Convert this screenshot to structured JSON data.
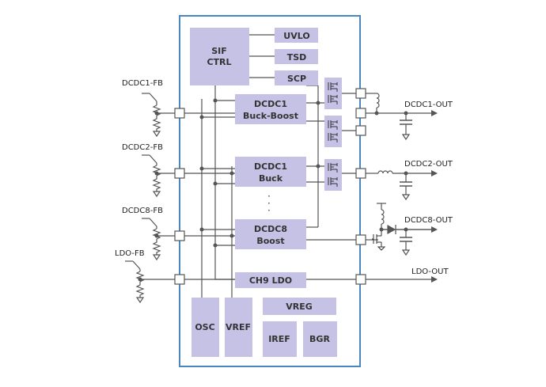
{
  "colors": {
    "chip_border": "#4a86c0",
    "block_fill": "#c5c2e6",
    "wire": "#555555",
    "block_text": "#333333"
  },
  "blocks": {
    "sif_line1": "SIF",
    "sif_line2": "CTRL",
    "uvlo": "UVLO",
    "tsd": "TSD",
    "scp": "SCP",
    "dcdc1_bb_line1": "DCDC1",
    "dcdc1_bb_line2": "Buck-Boost",
    "dcdc1_buck_line1": "DCDC1",
    "dcdc1_buck_line2": "Buck",
    "dcdc8_line1": "DCDC8",
    "dcdc8_line2": "Boost",
    "ch9": "CH9 LDO",
    "osc": "OSC",
    "vref": "VREF",
    "vreg": "VREG",
    "iref": "IREF",
    "bgr": "BGR",
    "ellipsis": "·\n·\n·"
  },
  "pins": {
    "dcdc1_fb": "DCDC1-FB",
    "dcdc2_fb": "DCDC2-FB",
    "dcdc8_fb": "DCDC8-FB",
    "ldo_fb": "LDO-FB",
    "dcdc1_out": "DCDC1-OUT",
    "dcdc2_out": "DCDC2-OUT",
    "dcdc8_out": "DCDC8-OUT",
    "ldo_out": "LDO-OUT"
  }
}
